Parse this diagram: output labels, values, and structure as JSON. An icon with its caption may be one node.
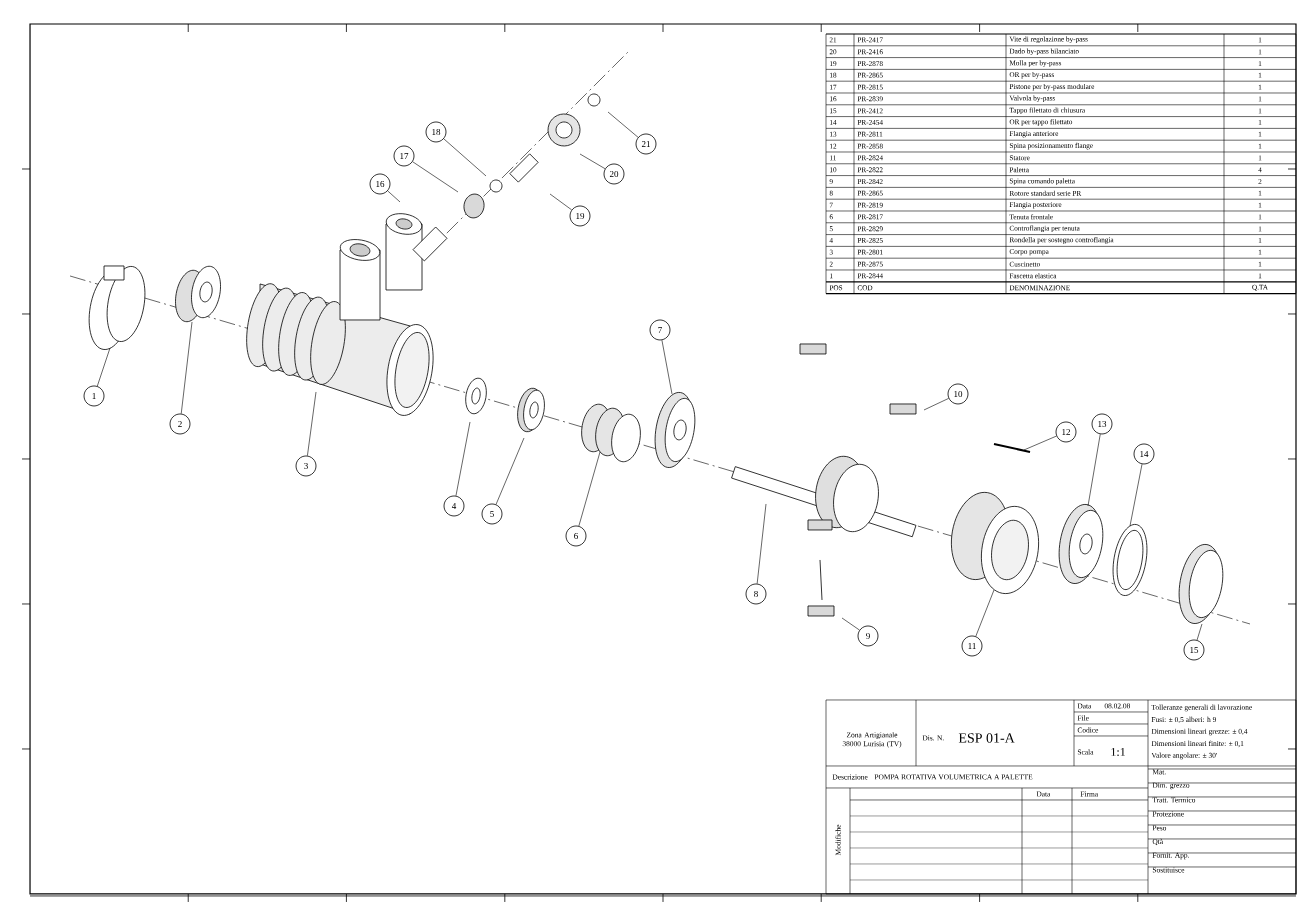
{
  "diagram": {
    "nodes": [
      {
        "text": [
          "1"
        ]
      },
      {
        "text": [
          "2"
        ]
      },
      {
        "text": [
          "3"
        ]
      },
      {
        "text": [
          "4"
        ]
      },
      {
        "text": [
          "5"
        ]
      },
      {
        "text": [
          "6"
        ]
      },
      {
        "text": [
          "7"
        ]
      },
      {
        "text": [
          "8"
        ]
      },
      {
        "text": [
          "9"
        ]
      },
      {
        "text": [
          "10"
        ]
      },
      {
        "text": [
          "11"
        ]
      },
      {
        "text": [
          "12"
        ]
      },
      {
        "text": [
          "13"
        ]
      },
      {
        "text": [
          "14"
        ]
      },
      {
        "text": [
          "15"
        ]
      },
      {
        "text": [
          "16"
        ]
      },
      {
        "text": [
          "17"
        ]
      },
      {
        "text": [
          "18"
        ]
      },
      {
        "text": [
          "19"
        ]
      },
      {
        "text": [
          "20"
        ]
      },
      {
        "text": [
          "21"
        ]
      }
    ],
    "edges": [
      {
        "from": 0,
        "to": null,
        "arrow": "none"
      },
      {
        "from": 1,
        "to": null,
        "arrow": "none"
      },
      {
        "from": 2,
        "to": null,
        "arrow": "none"
      },
      {
        "from": 3,
        "to": null,
        "arrow": "none"
      },
      {
        "from": 4,
        "to": null,
        "arrow": "none"
      },
      {
        "from": 5,
        "to": null,
        "arrow": "none"
      },
      {
        "from": 6,
        "to": null,
        "arrow": "none"
      },
      {
        "from": 7,
        "to": null,
        "arrow": "none"
      },
      {
        "from": 8,
        "to": null,
        "arrow": "none"
      },
      {
        "from": 9,
        "to": null,
        "arrow": "none"
      },
      {
        "from": 10,
        "to": null,
        "arrow": "none"
      },
      {
        "from": 11,
        "to": null,
        "arrow": "none"
      },
      {
        "from": 12,
        "to": null,
        "arrow": "none"
      },
      {
        "from": 13,
        "to": null,
        "arrow": "none"
      },
      {
        "from": 14,
        "to": null,
        "arrow": "none"
      },
      {
        "from": 15,
        "to": null,
        "arrow": "none"
      },
      {
        "from": 16,
        "to": null,
        "arrow": "none"
      },
      {
        "from": 17,
        "to": null,
        "arrow": "none"
      },
      {
        "from": 18,
        "to": null,
        "arrow": "none"
      },
      {
        "from": 19,
        "to": null,
        "arrow": "none"
      },
      {
        "from": 20,
        "to": null,
        "arrow": "none"
      }
    ],
    "labels": [
      "21",
      "PR-2417",
      "Vite di regolazione by-pass",
      "1",
      "20",
      "PR-2416",
      "Dado by-pass bilanciato",
      "1",
      "19",
      "PR-2878",
      "Molla per by-pass",
      "1",
      "18",
      "PR-2865",
      "OR per by-pass",
      "1",
      "17",
      "PR-2815",
      "Pistone per by-pass modulare",
      "1",
      "16",
      "PR-2839",
      "Valvola by-pass",
      "1",
      "15",
      "PR-2412",
      "Tappo filettato di chiusura",
      "1",
      "14",
      "PR-2454",
      "OR per tappo filettato",
      "1",
      "13",
      "PR-2811",
      "Flangia anteriore",
      "1",
      "12",
      "PR-2858",
      "Spina posizionamento flange",
      "1",
      "11",
      "PR-2824",
      "Statore",
      "1",
      "10",
      "PR-2822",
      "Paletta",
      "4",
      "9",
      "PR-2842",
      "Spina comando paletta",
      "2",
      "8",
      "PR-2865",
      "Rotore standard serie PR",
      "1",
      "7",
      "PR-2819",
      "Flangia posteriore",
      "1",
      "6",
      "PR-2817",
      "Tenuta frontale",
      "1",
      "5",
      "PR-2829",
      "Controflangia per tenuta",
      "1",
      "4",
      "PR-2825",
      "Rondella per sostegno controflangia",
      "1",
      "3",
      "PR-2801",
      "Corpo pompa",
      "1",
      "2",
      "PR-2875",
      "Cuscinetto",
      "1",
      "1",
      "PR-2844",
      "Fascetta elastica",
      "1",
      "POS",
      "COD",
      "DENOMINAZIONE",
      "Q.TA",
      "Zona Artigianale 38000 Lurisia (TV)",
      "Dis. N.",
      "ESP 01-A",
      "Data",
      "08.02.08",
      "File",
      "Codice",
      "Scala",
      "1:1",
      "Tolleranze generali di lavorazione",
      "Fusi: ± 0,5  alberi: h 9",
      "Dimensioni lineari grezze: ± 0,4",
      "Dimensioni lineari finite: ± 0,1",
      "Valore angolare: ± 30'",
      "Descrizione",
      "POMPA ROTATIVA VOLUMETRICA A PALETTE",
      "Data",
      "Firma",
      "Mat.",
      "Dim. grezzo",
      "Tratt. Termico",
      "Protezione",
      "Peso",
      "Qtà",
      "Fornit. App.",
      "Sostituisce",
      "Modifiche"
    ]
  }
}
